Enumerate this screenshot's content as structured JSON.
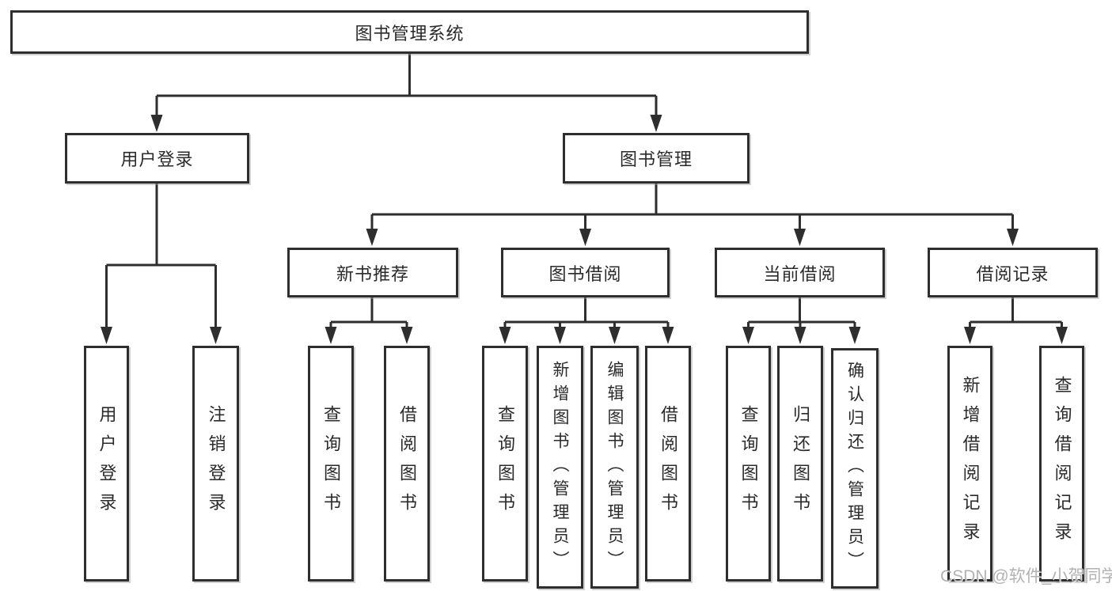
{
  "watermark": "CSDN @软件_小贺同学",
  "colors": {
    "line": "#2e2e2e",
    "box_border": "#2e2e2e",
    "text": "#2a2a2a",
    "watermark": "#aaaaaa",
    "background": "#ffffff"
  },
  "tree": {
    "root": {
      "label": "图书管理系统"
    },
    "branches": [
      {
        "label": "用户登录",
        "children": [
          {
            "label": "用户登录"
          },
          {
            "label": "注销登录"
          }
        ]
      },
      {
        "label": "图书管理",
        "children": [
          {
            "label": "新书推荐",
            "children": [
              {
                "label": "查询图书"
              },
              {
                "label": "借阅图书"
              }
            ]
          },
          {
            "label": "图书借阅",
            "children": [
              {
                "label": "查询图书"
              },
              {
                "label": "新增图书（管理员）"
              },
              {
                "label": "编辑图书（管理员）"
              },
              {
                "label": "借阅图书"
              }
            ]
          },
          {
            "label": "当前借阅",
            "children": [
              {
                "label": "查询图书"
              },
              {
                "label": "归还图书"
              },
              {
                "label": "确认归还（管理员）"
              }
            ]
          },
          {
            "label": "借阅记录",
            "children": [
              {
                "label": "新增借阅记录"
              },
              {
                "label": "查询借阅记录"
              }
            ]
          }
        ]
      }
    ]
  }
}
